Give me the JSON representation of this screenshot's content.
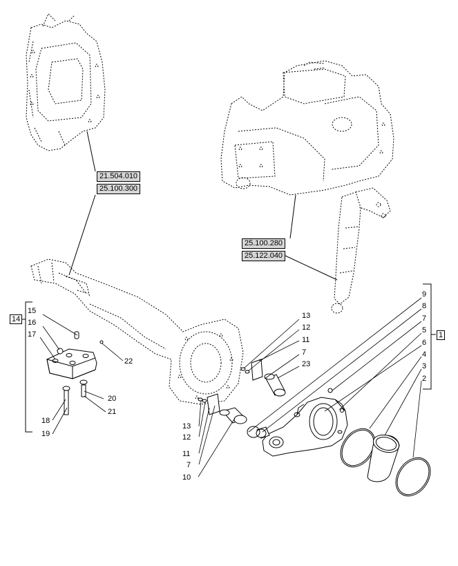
{
  "references": [
    {
      "id": "ref-21-504-010",
      "label": "21.504.010"
    },
    {
      "id": "ref-25-100-300",
      "label": "25.100.300"
    },
    {
      "id": "ref-25-100-280",
      "label": "25.100.280"
    },
    {
      "id": "ref-25-122-040",
      "label": "25.122.040"
    }
  ],
  "group_labels": {
    "left_group": "14",
    "right_group": "1"
  },
  "callouts": {
    "c15": "15",
    "c16": "16",
    "c17": "17",
    "c22": "22",
    "c20": "20",
    "c21": "21",
    "c18": "18",
    "c19": "19",
    "c13a": "13",
    "c12a": "12",
    "c11a": "11",
    "c7a": "7",
    "c23": "23",
    "c13b": "13",
    "c12b": "12",
    "c11b": "11",
    "c7b": "7",
    "c10": "10",
    "c9": "9",
    "c8": "8",
    "c7c": "7",
    "c5": "5",
    "c6": "6",
    "c4": "4",
    "c3": "3",
    "c2": "2"
  }
}
